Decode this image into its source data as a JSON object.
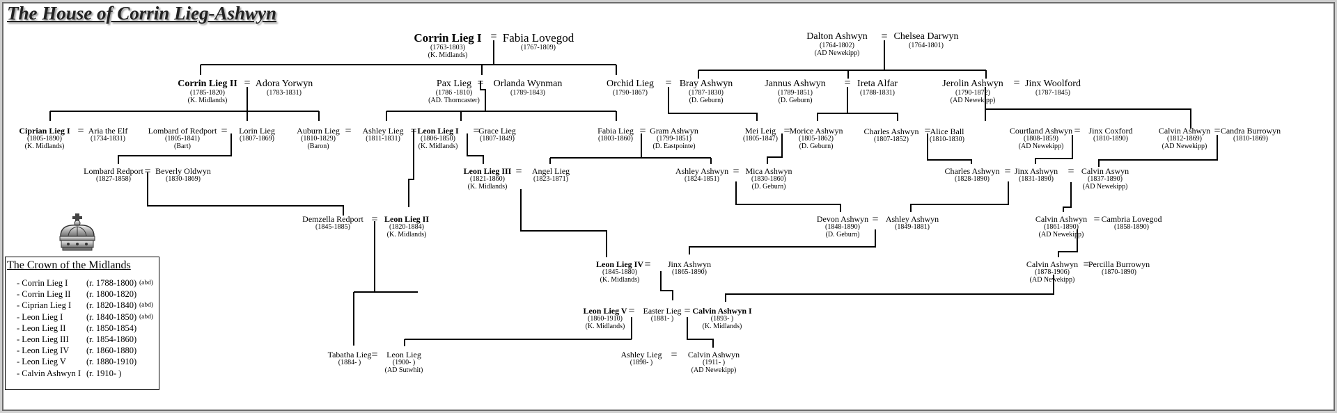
{
  "title": "The House of Corrin Lieg-Ashwyn",
  "eq": "=",
  "people": {
    "corrin1": {
      "name": "Corrin Lieg I",
      "dates": "(1763-1803)",
      "note": "(K. Midlands)"
    },
    "fabia_lovegod": {
      "name": "Fabia Lovegod",
      "dates": "(1767-1809)"
    },
    "dalton": {
      "name": "Dalton Ashwyn",
      "dates": "(1764-1802)",
      "note": "(AD Newekipp)"
    },
    "chelsea": {
      "name": "Chelsea Darwyn",
      "dates": "(1764-1801)"
    },
    "corrin2": {
      "name": "Corrin Lieg II",
      "dates": "(1785-1820)",
      "note": "(K. Midlands)"
    },
    "adora": {
      "name": "Adora Yorwyn",
      "dates": "(1783-1831)"
    },
    "pax": {
      "name": "Pax Lieg",
      "dates": "(1786 -1810)",
      "note": "(AD. Thorncaster)"
    },
    "orlanda": {
      "name": "Orlanda Wynman",
      "dates": "(1789-1843)"
    },
    "orchid": {
      "name": "Orchid Lieg",
      "dates": "(1790-1867)"
    },
    "bray": {
      "name": "Bray Ashwyn",
      "dates": "(1787-1830)",
      "note": "(D. Geburn)"
    },
    "jannus": {
      "name": "Jannus Ashwyn",
      "dates": "(1789-1851)",
      "note": "(D. Geburn)"
    },
    "ireta": {
      "name": "Ireta Alfar",
      "dates": "(1788-1831)"
    },
    "jerolin": {
      "name": "Jerolin Ashwyn",
      "dates": "(1790-1872)",
      "note": "(AD Newekipp)"
    },
    "jinx_woolford": {
      "name": "Jinx Woolford",
      "dates": "(1787-1845)"
    },
    "ciprian": {
      "name": "Ciprian Lieg I",
      "dates": "(1805-1890)",
      "note": "(K. Midlands)"
    },
    "aria": {
      "name": "Aria the Elf",
      "dates": "(1734-1831)"
    },
    "lombard_r": {
      "name": "Lombard of Redport",
      "dates": "(1805-1841)",
      "note": "(Bart)"
    },
    "lorin": {
      "name": "Lorin Lieg",
      "dates": "(1807-1869)"
    },
    "auburn": {
      "name": "Auburn Lieg",
      "dates": "(1810-1829)",
      "note": "(Baron)"
    },
    "ashley_lieg1": {
      "name": "Ashley Lieg",
      "dates": "(1811-1831)"
    },
    "leon1": {
      "name": "Leon Lieg I",
      "dates": "(1806-1850)",
      "note": "(K. Midlands)"
    },
    "grace": {
      "name": "Grace Lieg",
      "dates": "(1807-1849)"
    },
    "fabia_lieg": {
      "name": "Fabia Lieg",
      "dates": "(1803-1860)"
    },
    "gram": {
      "name": "Gram Ashwyn",
      "dates": "(1799-1851)",
      "note": "(D. Eastpointe)"
    },
    "mei": {
      "name": "Mei Leig",
      "dates": "(1805-1847)"
    },
    "morice": {
      "name": "Morice Ashwyn",
      "dates": "(1805-1862)",
      "note": "(D. Geburn)"
    },
    "charles1": {
      "name": "Charles Ashwyn",
      "dates": "(1807-1852)"
    },
    "alice": {
      "name": "Alice Ball",
      "dates": "(1810-1830)"
    },
    "courtland": {
      "name": "Courtland Ashwyn",
      "dates": "(1808-1859)",
      "note": "(AD Newekipp)"
    },
    "jinx_coxford": {
      "name": "Jinx Coxford",
      "dates": "(1810-1890)"
    },
    "calvin_a1": {
      "name": "Calvin Ashwyn",
      "dates": "(1812-1869)",
      "note": "(AD Newekipp)"
    },
    "candra": {
      "name": "Candra Burrowyn",
      "dates": "(1810-1869)"
    },
    "lombard2": {
      "name": "Lombard Redport",
      "dates": "(1827-1858)"
    },
    "beverly": {
      "name": "Beverly Oldwyn",
      "dates": "(1830-1869)"
    },
    "leon3": {
      "name": "Leon Lieg III",
      "dates": "(1821-1860)",
      "note": "(K. Midlands)"
    },
    "angel": {
      "name": "Angel Lieg",
      "dates": "(1823-1871)"
    },
    "ashley_a1": {
      "name": "Ashley Ashwyn",
      "dates": "(1824-1851)"
    },
    "mica": {
      "name": "Mica Ashwyn",
      "dates": "(1830-1860)",
      "note": "(D. Geburn)"
    },
    "charles2": {
      "name": "Charles Ashwyn",
      "dates": "(1828-1890)"
    },
    "jinx_a": {
      "name": "Jinx Ashwyn",
      "dates": "(1831-1890)"
    },
    "calvin_aswyn": {
      "name": "Calvin Aswyn",
      "dates": "(1837-1890)",
      "note": "(AD Newekipp)"
    },
    "demzella": {
      "name": "Demzella Redport",
      "dates": "(1845-1885)"
    },
    "leon2": {
      "name": "Leon Lieg II",
      "dates": "(1820-1884)",
      "note": "(K. Midlands)"
    },
    "devon": {
      "name": "Devon Ashwyn",
      "dates": "(1848-1890)",
      "note": "(D. Geburn)"
    },
    "ashley_a2": {
      "name": "Ashley Ashwyn",
      "dates": "(1849-1881)"
    },
    "calvin_a2": {
      "name": "Calvin Ashwyn",
      "dates": "(1861-1890)",
      "note": "(AD Newekipp)"
    },
    "cambria": {
      "name": "Cambria Lovegod",
      "dates": "(1858-1890)"
    },
    "leon4": {
      "name": "Leon Lieg IV",
      "dates": "(1845-1880)",
      "note": "(K. Midlands)"
    },
    "jinx_a2": {
      "name": "Jinx Ashwyn",
      "dates": "(1865-1890)"
    },
    "calvin_a3": {
      "name": "Calvin Ashwyn",
      "dates": "(1878-1906)",
      "note": "(AD Newekipp)"
    },
    "percilla": {
      "name": "Percilla Burrowyn",
      "dates": "(1870-1890)"
    },
    "leon5": {
      "name": "Leon Lieg V",
      "dates": "(1860-1910)",
      "note": "(K. Midlands)"
    },
    "easter": {
      "name": "Easter Lieg",
      "dates": "(1881- )"
    },
    "calvin_i": {
      "name": "Calvin Ashwyn I",
      "dates": "(1893- )",
      "note": "(K. Midlands)"
    },
    "tabatha": {
      "name": "Tabatha Lieg",
      "dates": "(1884- )"
    },
    "leon_lieg": {
      "name": "Leon Lieg",
      "dates": "(1900- )",
      "note": "(AD Sutwhit)"
    },
    "ashley_lieg2": {
      "name": "Ashley Lieg",
      "dates": "(1898- )"
    },
    "calvin_a4": {
      "name": "Calvin Ashwyn",
      "dates": "(1911- )",
      "note": "(AD Newekipp)"
    }
  },
  "crown": {
    "title": "The Crown of the Midlands",
    "reigns": [
      {
        "name": "- Corrin Lieg I",
        "years": "(r. 1788-1800)",
        "abd": "(abd)"
      },
      {
        "name": "- Corrin Lieg II",
        "years": "(r. 1800-1820)",
        "abd": ""
      },
      {
        "name": "- Ciprian Lieg I",
        "years": "(r. 1820-1840)",
        "abd": "(abd)"
      },
      {
        "name": "- Leon Lieg I",
        "years": "(r. 1840-1850)",
        "abd": "(abd)"
      },
      {
        "name": "- Leon Lieg II",
        "years": "(r. 1850-1854)",
        "abd": ""
      },
      {
        "name": "- Leon Lieg III",
        "years": "(r. 1854-1860)",
        "abd": ""
      },
      {
        "name": "- Leon Lieg IV",
        "years": "(r. 1860-1880)",
        "abd": ""
      },
      {
        "name": "- Leon Lieg V",
        "years": "(r. 1880-1910)",
        "abd": ""
      },
      {
        "name": "- Calvin Ashwyn I",
        "years": "(r. 1910-  )",
        "abd": ""
      }
    ]
  }
}
